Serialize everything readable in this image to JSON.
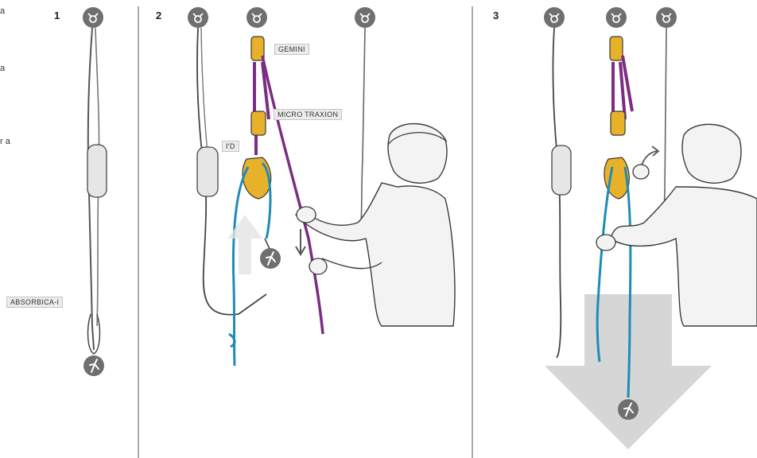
{
  "panels": [
    {
      "number": "1"
    },
    {
      "number": "2"
    },
    {
      "number": "3"
    }
  ],
  "labels": {
    "absorbica": "ABSORBICA-I",
    "gemini": "GEMINI",
    "micro_traxion": "MICRO TRAXION",
    "id": "I'D"
  },
  "side_text": {
    "line1": "a",
    "line2": "a",
    "line3": "r a"
  },
  "colors": {
    "purple_rope": "#7b2d83",
    "blue_rope": "#1f8bb8",
    "device_yellow": "#e8b12a",
    "anchor_grey": "#6f6f6f",
    "arrow_grey": "#d6d6d6",
    "outline": "#3a3a3a"
  },
  "icons": [
    "anchor-icon",
    "harness-icon",
    "down-arrow-icon",
    "up-arrow-icon"
  ]
}
